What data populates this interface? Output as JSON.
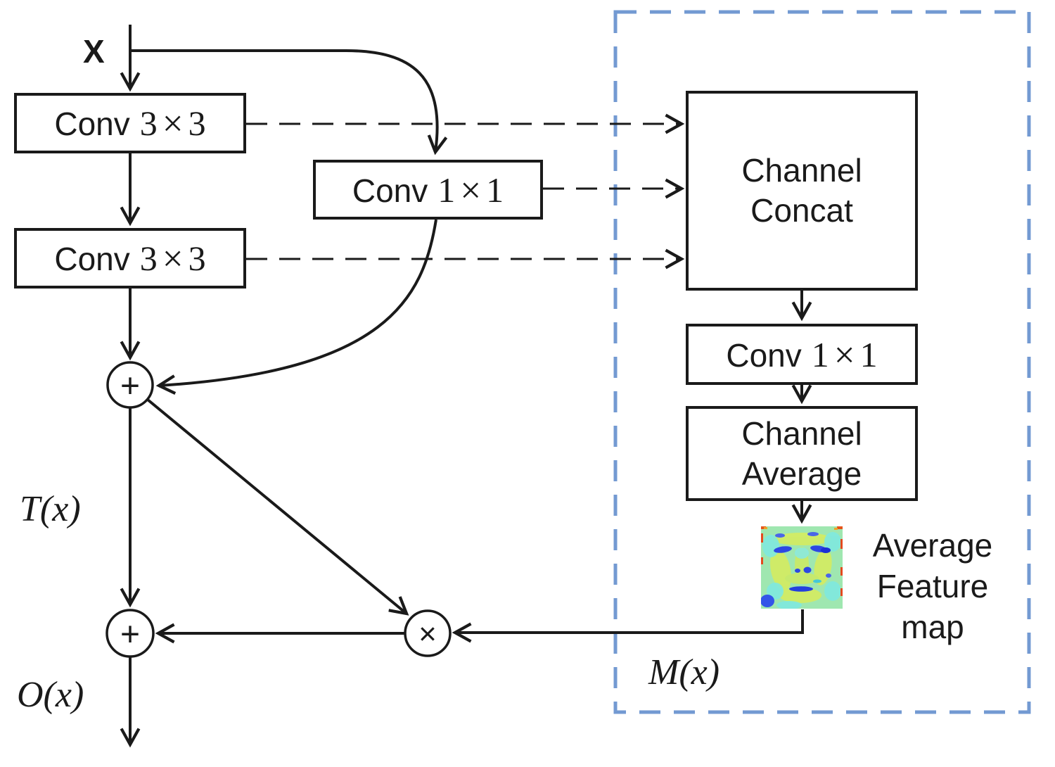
{
  "diagram": {
    "input_label": "X",
    "labels": {
      "transform": "T(x)",
      "output": "O(x)",
      "mask": "M(x)"
    },
    "boxes": {
      "conv3a": {
        "name": "Conv",
        "k1": "3",
        "times": "×",
        "k2": "3"
      },
      "conv3b": {
        "name": "Conv",
        "k1": "3",
        "times": "×",
        "k2": "3"
      },
      "conv1_mid": {
        "name": "Conv",
        "k1": "1",
        "times": "×",
        "k2": "1"
      },
      "conv1_right": {
        "name": "Conv",
        "k1": "1",
        "times": "×",
        "k2": "1"
      },
      "channel_concat": {
        "line1": "Channel",
        "line2": "Concat"
      },
      "channel_average": {
        "line1": "Channel",
        "line2": "Average"
      }
    },
    "feature_map_caption": {
      "line1": "Average",
      "line2": "Feature",
      "line3": "map"
    },
    "operators": {
      "add_top": "+",
      "add_bottom": "+",
      "multiply": "×"
    },
    "colors": {
      "line": "#1a1a1a",
      "box_border": "#1a1a1a",
      "dashed_border": "#739ad2",
      "background": "#ffffff"
    }
  }
}
